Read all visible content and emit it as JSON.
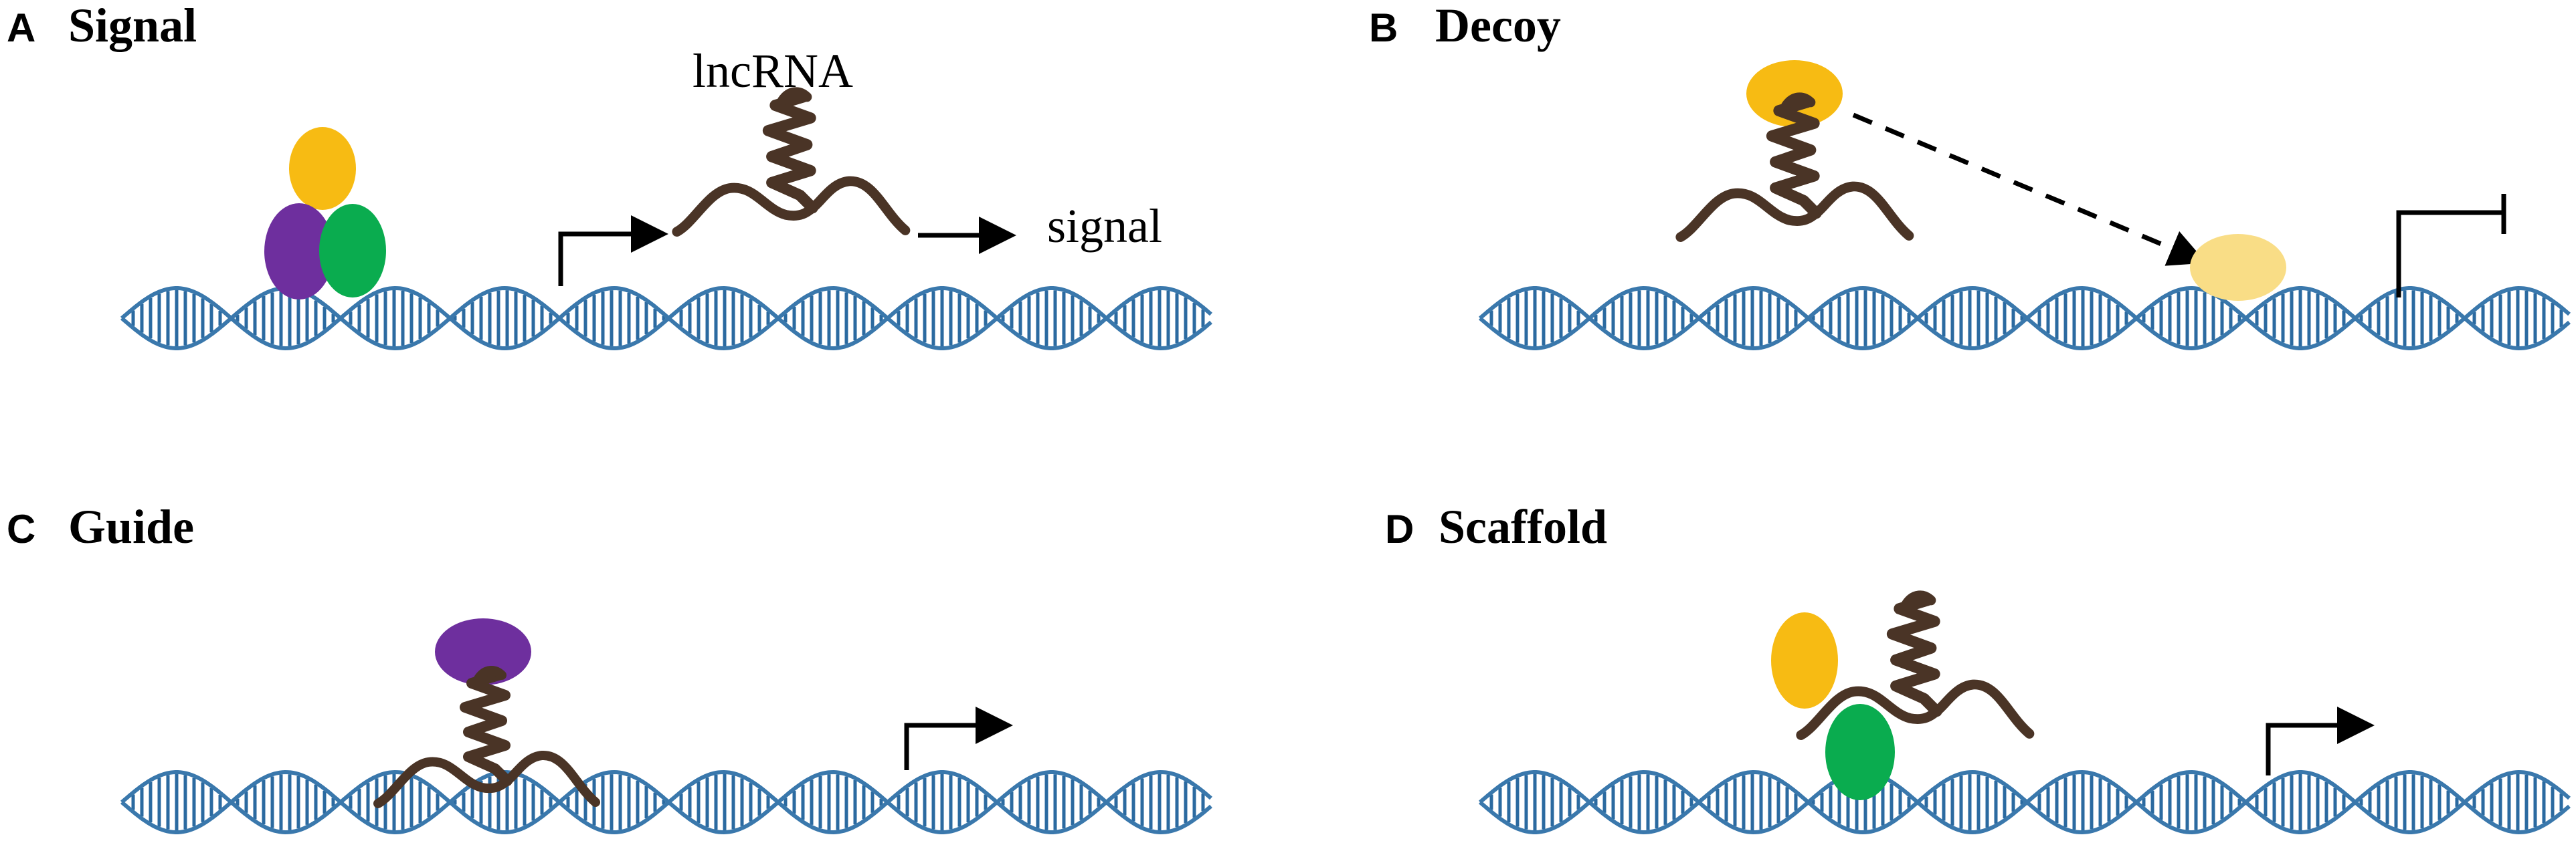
{
  "panels": {
    "A": {
      "letter": "A",
      "title": "Signal"
    },
    "B": {
      "letter": "B",
      "title": "Decoy"
    },
    "C": {
      "letter": "C",
      "title": "Guide"
    },
    "D": {
      "letter": "D",
      "title": "Scaffold"
    }
  },
  "labels": {
    "lncrna": "lncRNA",
    "signal": "signal"
  },
  "colors": {
    "dna_strand": "#3a78ac",
    "dna_rung": "#2b6aa0",
    "lncrna": "#4a3426",
    "protein_yellow": "#f7bb13",
    "protein_yellow_faded": "#f9dd86",
    "protein_purple": "#6e2f9e",
    "protein_green": "#0aac4f",
    "arrow": "#000000"
  },
  "icons": {
    "dna": "double-helix",
    "rna": "lncrna-stem-loop",
    "promoter_active": "bent-arrow",
    "promoter_blocked": "bent-t-bar"
  }
}
